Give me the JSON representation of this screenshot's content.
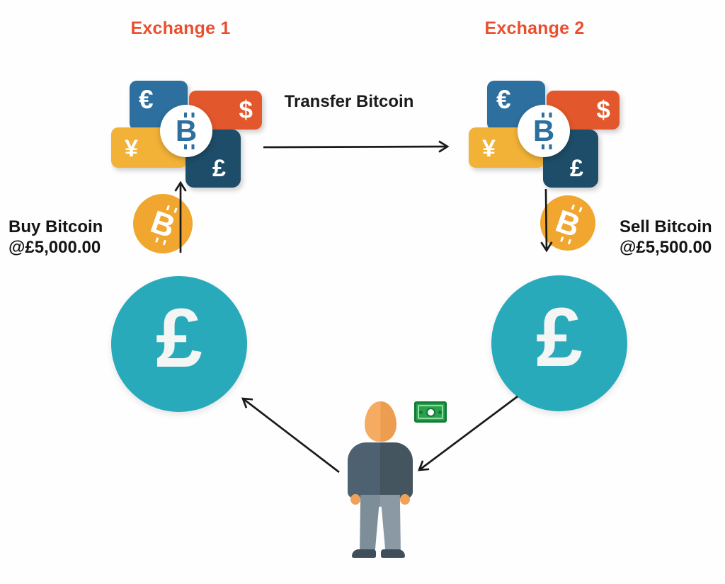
{
  "exchange1": {
    "title": "Exchange 1"
  },
  "exchange2": {
    "title": "Exchange 2"
  },
  "transfer": {
    "label": "Transfer Bitcoin"
  },
  "buy": {
    "line1": "Buy Bitcoin",
    "line2": "@£5,000.00"
  },
  "sell": {
    "line1": "Sell Bitcoin",
    "line2": "@£5,500.00"
  },
  "currency_icon": {
    "euro": "€",
    "dollar": "$",
    "yen": "¥",
    "pound": "£",
    "bitcoin": "B"
  },
  "coin": {
    "bitcoin": "B"
  },
  "pound_circle": {
    "symbol": "£"
  },
  "colors": {
    "title_red": "#ea4f2d",
    "tile_blue": "#2d6f9e",
    "tile_orange": "#e2572b",
    "tile_yellow": "#f2b237",
    "tile_navy": "#1d4d68",
    "bitcoin_blue": "#2d6f9e",
    "coin_gold": "#f0a62f",
    "teal_circle": "#29aaba",
    "money_green": "#2ca04d",
    "arrow_black": "#1a1a1a"
  }
}
